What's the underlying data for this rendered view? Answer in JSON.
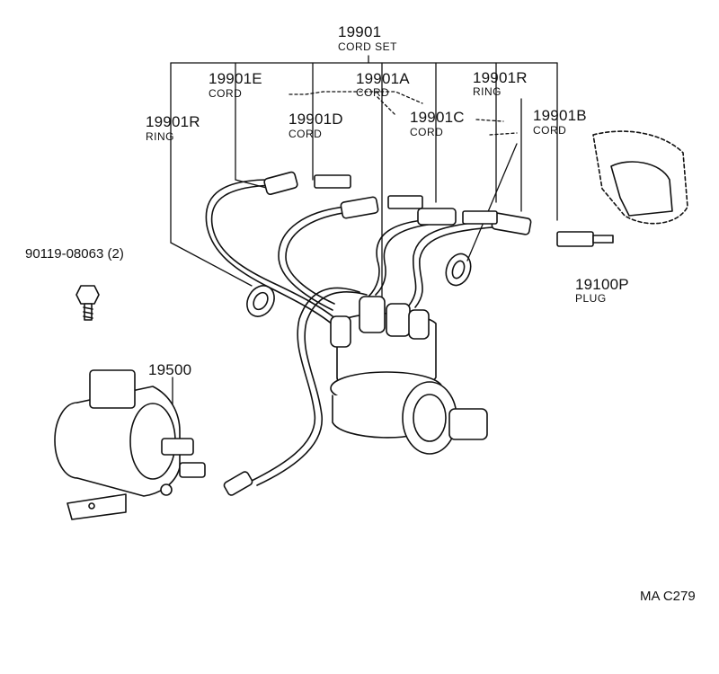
{
  "callouts": {
    "cord_set": {
      "part_no": "19901",
      "name": "CORD SET"
    },
    "cord_e": {
      "part_no": "19901E",
      "name": "CORD"
    },
    "cord_a": {
      "part_no": "19901A",
      "name": "CORD"
    },
    "ring_top": {
      "part_no": "19901R",
      "name": "RING"
    },
    "ring_left": {
      "part_no": "19901R",
      "name": "RING"
    },
    "cord_d": {
      "part_no": "19901D",
      "name": "CORD"
    },
    "cord_c": {
      "part_no": "19901C",
      "name": "CORD"
    },
    "cord_b": {
      "part_no": "19901B",
      "name": "CORD"
    },
    "bolt": {
      "part_no": "90119-08063",
      "qty": "(2)"
    },
    "plug": {
      "part_no": "19100P",
      "name": "PLUG"
    },
    "coil": {
      "part_no": "19500"
    }
  },
  "diagram_code": "MA C279"
}
